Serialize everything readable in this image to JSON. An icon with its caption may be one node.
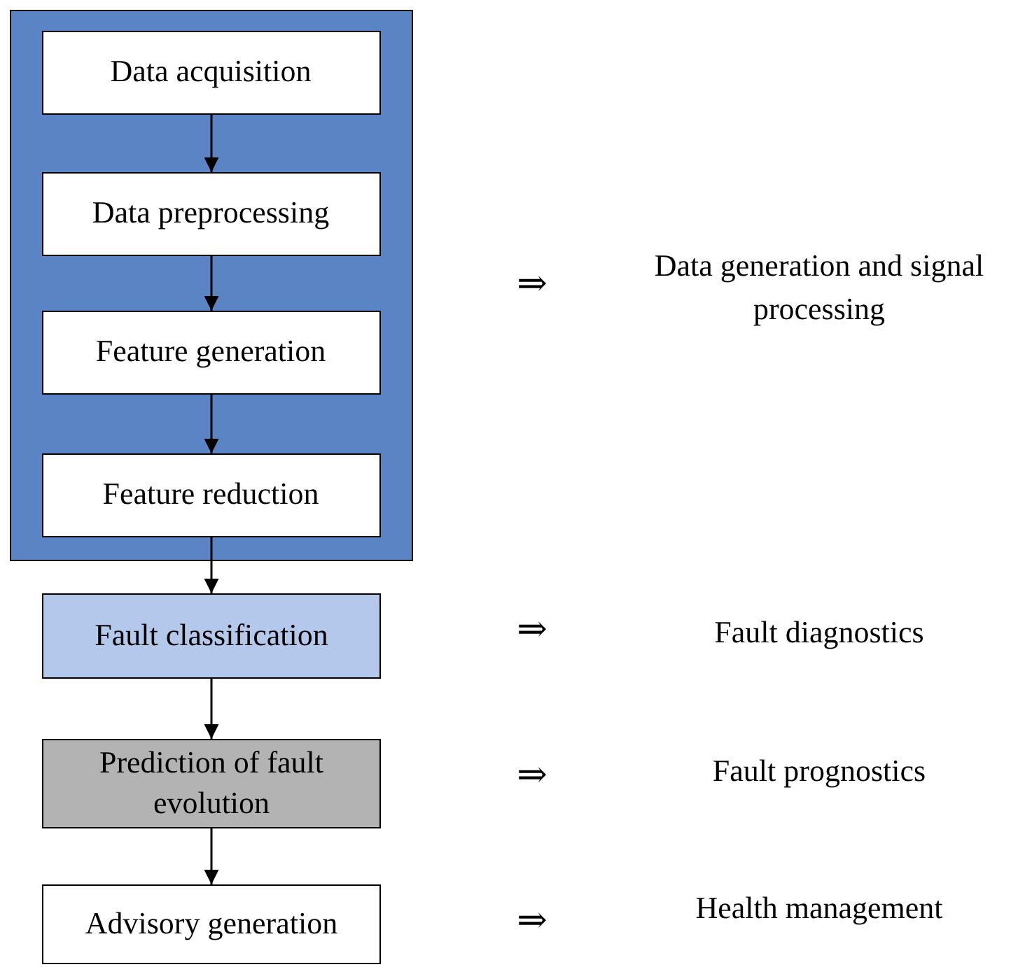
{
  "diagram": {
    "nodes": [
      {
        "text": [],
        "shape": "box"
      },
      {
        "text": [
          "Data acquisition"
        ],
        "in": 0
      },
      {
        "text": [
          "Data preprocessing"
        ],
        "in": 0
      },
      {
        "text": [
          "Feature generation"
        ],
        "in": 0
      },
      {
        "text": [
          "Feature reduction"
        ],
        "in": 0
      },
      {
        "text": [
          "Fault classification"
        ]
      },
      {
        "text": [
          "Prediction of fault evolution"
        ]
      },
      {
        "text": [
          "Advisory generation"
        ]
      }
    ],
    "edges": [
      {
        "from": 1,
        "to": 2,
        "arrow": "to"
      },
      {
        "from": 2,
        "to": 3,
        "arrow": "to"
      },
      {
        "from": 3,
        "to": 4,
        "arrow": "to"
      },
      {
        "from": 4,
        "to": 5,
        "arrow": "to"
      },
      {
        "from": 5,
        "to": 6,
        "arrow": "to"
      },
      {
        "from": 6,
        "to": 7,
        "arrow": "to"
      }
    ],
    "labels": [
      "⇒",
      "Data generation and signal processing",
      "⇒",
      "Fault diagnostics",
      "⇒",
      "Fault prognostics",
      "⇒",
      "Health management"
    ]
  }
}
